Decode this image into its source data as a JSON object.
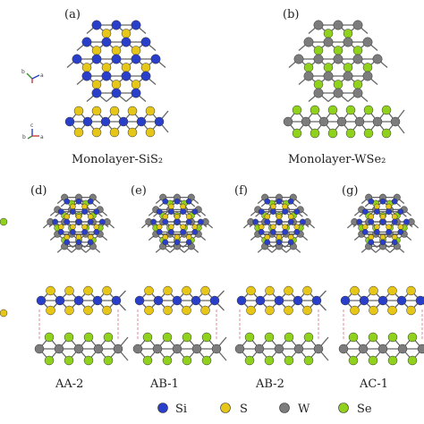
{
  "panels": {
    "a": {
      "label": "(a)",
      "caption": "Monolayer-SiS₂"
    },
    "b": {
      "label": "(b)",
      "caption": "Monolayer-WSe₂"
    },
    "d": {
      "label": "(d)",
      "caption": "AA-2"
    },
    "e": {
      "label": "(e)",
      "caption": "AB-1"
    },
    "f": {
      "label": "(f)",
      "caption": "AB-2"
    },
    "g": {
      "label": "(g)",
      "caption": "AC-1"
    }
  },
  "axes": {
    "b": "b",
    "a": "a",
    "c": "c"
  },
  "legend": [
    {
      "label": "Si",
      "color": "#2a3fc9"
    },
    {
      "label": "S",
      "color": "#e6c619"
    },
    {
      "label": "W",
      "color": "#7c7c7c"
    },
    {
      "label": "Se",
      "color": "#8fd11c"
    }
  ],
  "atom_colors": {
    "Si": "#2a3fc9",
    "S": "#e6c619",
    "W": "#7c7c7c",
    "Se": "#8fd11c",
    "bond": "#666666",
    "dash": "#e38a9a"
  }
}
